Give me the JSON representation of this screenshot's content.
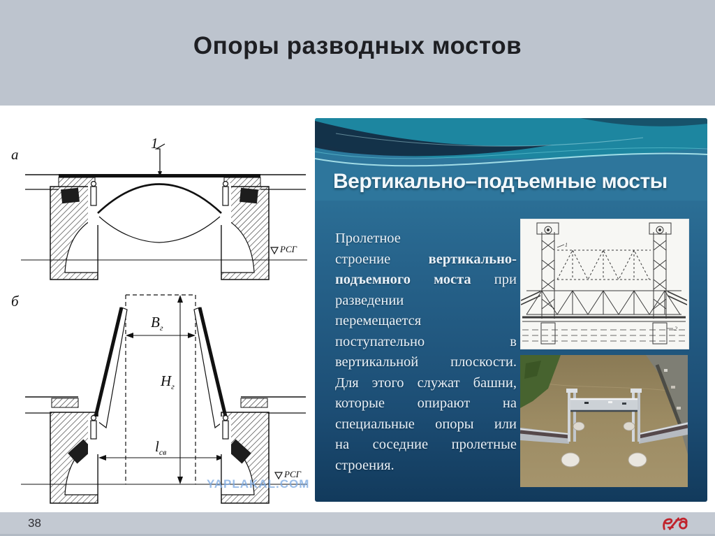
{
  "slide": {
    "title": "Опоры разводных мостов",
    "page_number": "38"
  },
  "panel": {
    "title": "Вертикально–подъемные мосты",
    "paragraph": {
      "full_text": "Пролетное строение вертикально-подъемного моста при разведении перемещается поступательно в вертикальной плоскости. Для этого служат башни, которые опирают на специальные опоры или на соседние пролетные строения.",
      "bold_fragment": "вертикально-подъемного моста",
      "lines": [
        {
          "parts": [
            {
              "t": "Пролетное"
            }
          ]
        },
        {
          "parts": [
            {
              "t": "строение "
            },
            {
              "t": "вертикально-",
              "b": true
            }
          ]
        },
        {
          "parts": [
            {
              "t": "подъемного моста",
              "b": true
            },
            {
              "t": " при"
            }
          ]
        },
        {
          "parts": [
            {
              "t": "разведении"
            }
          ]
        },
        {
          "parts": [
            {
              "t": "перемещается"
            }
          ]
        },
        {
          "parts": [
            {
              "t": "поступательно в"
            }
          ]
        },
        {
          "parts": [
            {
              "t": "вертикальной плоскости."
            }
          ]
        },
        {
          "parts": [
            {
              "t": "Для этого служат башни,"
            }
          ]
        },
        {
          "parts": [
            {
              "t": "которые опирают на"
            }
          ]
        },
        {
          "parts": [
            {
              "t": "специальные опоры или"
            }
          ]
        },
        {
          "parts": [
            {
              "t": "на соседние пролетные"
            }
          ]
        },
        {
          "parts": [
            {
              "t": "строения."
            }
          ],
          "last": true
        }
      ]
    }
  },
  "diagram": {
    "label_a": "a",
    "label_b": "б",
    "callout_1": "1",
    "water_level": "РСГ",
    "dims": {
      "b_base": "В",
      "b_sub": "г",
      "h_base": "Н",
      "h_sub": "г",
      "l_base": "l",
      "l_sub": "св"
    },
    "watermark": "YAPLAKAL.COM"
  },
  "figure1": {
    "description": "drawing-of-vertical-lift-bridge",
    "labels": {
      "l1": "1",
      "l2": "2"
    }
  },
  "figure2": {
    "description": "aerial-photo-of-lift-bridge-over-river"
  },
  "logo": {
    "text": "РЖД"
  },
  "colors": {
    "header_bg": "#bdc4ce",
    "footer_bg": "#c3c9d2",
    "title_text": "#1e1f23",
    "panel_teal": "#1d86a0",
    "panel_blue_top": "#2e769c",
    "panel_blue_bottom": "#123a5c",
    "wave_dark": "#13293f",
    "wave_highlight": "#aee8ee",
    "panel_text": "#e9f1f8",
    "logo_red": "#c0232c",
    "watermark_blue": "#7daae1",
    "photo_water": "#97865f"
  }
}
